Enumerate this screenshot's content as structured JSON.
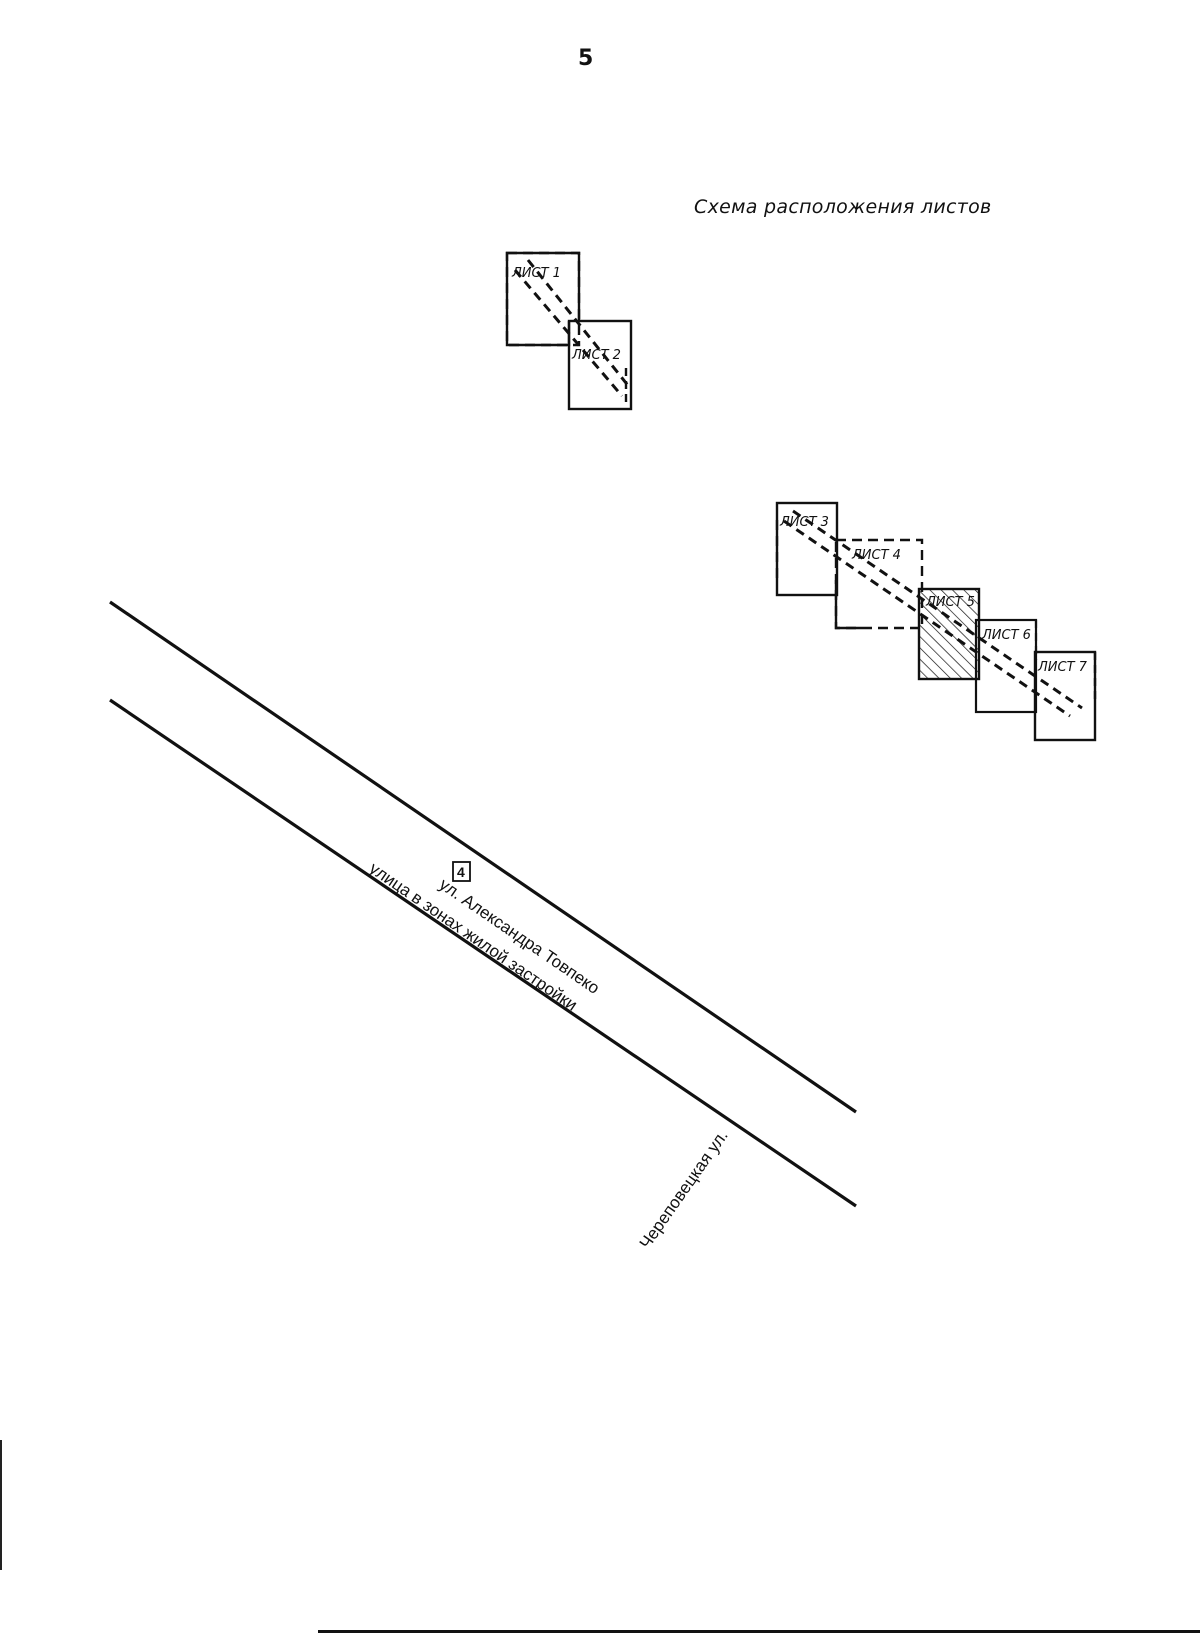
{
  "page": {
    "number": "5",
    "title": "Схема расположения листов"
  },
  "sheets": [
    {
      "id": 1,
      "label": "ЛИСТ 1",
      "shaded": false
    },
    {
      "id": 2,
      "label": "ЛИСТ 2",
      "shaded": false
    },
    {
      "id": 3,
      "label": "ЛИСТ 3",
      "shaded": false
    },
    {
      "id": 4,
      "label": "ЛИСТ 4",
      "shaded": false
    },
    {
      "id": 5,
      "label": "ЛИСТ 5",
      "shaded": true
    },
    {
      "id": 6,
      "label": "ЛИСТ 6",
      "shaded": false
    },
    {
      "id": 7,
      "label": "ЛИСТ 7",
      "shaded": false
    }
  ],
  "map": {
    "badge": "4",
    "street_main": "ул. Александра Товпеко",
    "street_type": "улица в зонах жилой застройки",
    "street_cross": "Череповецкая ул."
  },
  "colors": {
    "ink": "#111111",
    "background": "#ffffff"
  }
}
